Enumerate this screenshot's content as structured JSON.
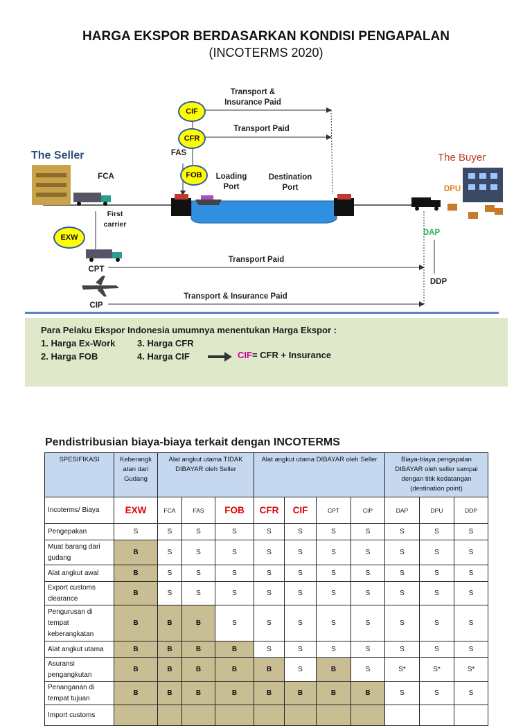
{
  "title": "HARGA EKSPOR BERDASARKAN KONDISI PENGAPALAN",
  "subtitle": "(INCOTERMS 2020)",
  "diagram": {
    "seller": "The Seller",
    "buyer": "The Buyer",
    "cif": "CIF",
    "cfr": "CFR",
    "fob": "FOB",
    "fas": "FAS",
    "fca": "FCA",
    "exw": "EXW",
    "first_carrier": "First carrier",
    "loading_port": "Loading Port",
    "destination_port": "Destination Port",
    "transport_insurance_paid_top": "Transport & Insurance Paid",
    "transport_paid_top": "Transport Paid",
    "cpt": "CPT",
    "cip": "CIP",
    "transport_paid_bottom": "Transport Paid",
    "transport_insurance_paid_bottom": "Transport & Insurance Paid",
    "dpu": "DPU",
    "dap": "DAP",
    "ddp": "DDP"
  },
  "info_box": {
    "heading": "Para Pelaku Ekspor Indonesia umumnya menentukan Harga Ekspor :",
    "item1": "1.   Harga Ex-Work",
    "item2": "2.   Harga FOB",
    "item3": "3. Harga CFR",
    "item4": "4. Harga CIF",
    "formula_cif": "CIF",
    "formula_rest": "= CFR + Insurance"
  },
  "table": {
    "heading": "Pendistribusian biaya-biaya terkait dengan INCOTERMS",
    "h_spesifikasi": "SPESIFIKASI",
    "h_keberangkatan": "Keberangk atan dari Gudang",
    "h_tidak": "Alat angkut utama TIDAK DIBAYAR oleh Seller",
    "h_dibayar": "Alat angkut utama DIBAYAR oleh Seller",
    "h_biaya": "Biaya-biaya pengapalan DIBAYAR oleh seller sampai dengan titik kedatangan (destination point)",
    "incoterms_label": "Incoterms/ Biaya",
    "terms": [
      "EXW",
      "FCA",
      "FAS",
      "FOB",
      "CFR",
      "CIF",
      "CPT",
      "CIP",
      "DAP",
      "DPU",
      "DDP"
    ],
    "rows": [
      {
        "label": "Pengepakan",
        "cells": [
          "S",
          "S",
          "S",
          "S",
          "S",
          "S",
          "S",
          "S",
          "S",
          "S",
          "S"
        ]
      },
      {
        "label": "Muat barang dari gudang",
        "cells": [
          "B",
          "S",
          "S",
          "S",
          "S",
          "S",
          "S",
          "S",
          "S",
          "S",
          "S"
        ]
      },
      {
        "label": "Alat angkut awal",
        "cells": [
          "B",
          "S",
          "S",
          "S",
          "S",
          "S",
          "S",
          "S",
          "S",
          "S",
          "S"
        ]
      },
      {
        "label": "Export customs clearance",
        "cells": [
          "B",
          "S",
          "S",
          "S",
          "S",
          "S",
          "S",
          "S",
          "S",
          "S",
          "S"
        ]
      },
      {
        "label": "Pengurusan di tempat keberangkatan",
        "cells": [
          "B",
          "B",
          "B",
          "S",
          "S",
          "S",
          "S",
          "S",
          "S",
          "S",
          "S"
        ]
      },
      {
        "label": "Alat angkut utama",
        "cells": [
          "B",
          "B",
          "B",
          "B",
          "S",
          "S",
          "S",
          "S",
          "S",
          "S",
          "S"
        ]
      },
      {
        "label": "Asuransi pengangkutan",
        "cells": [
          "B",
          "B",
          "B",
          "B",
          "B",
          "S",
          "B",
          "S",
          "S*",
          "S*",
          "S*"
        ]
      },
      {
        "label": "Penanganan di tempat tujuan",
        "cells": [
          "B",
          "B",
          "B",
          "B",
          "B",
          "B",
          "B",
          "B",
          "S",
          "S",
          "S"
        ]
      },
      {
        "label": "Import customs",
        "cells": [
          "",
          "",
          "",
          "",
          "",
          "",
          "",
          "",
          "",
          "",
          ""
        ]
      }
    ]
  },
  "colors": {
    "blue_rule": "#5b7fc2",
    "info_box_bg": "#dfe8c9",
    "table_header_bg": "#c5d8f0",
    "buyer_cell_bg": "#c9bd94",
    "term_red": "#e00000",
    "cif_pink": "#cc0099",
    "marker_yellow": "#ffff00"
  }
}
